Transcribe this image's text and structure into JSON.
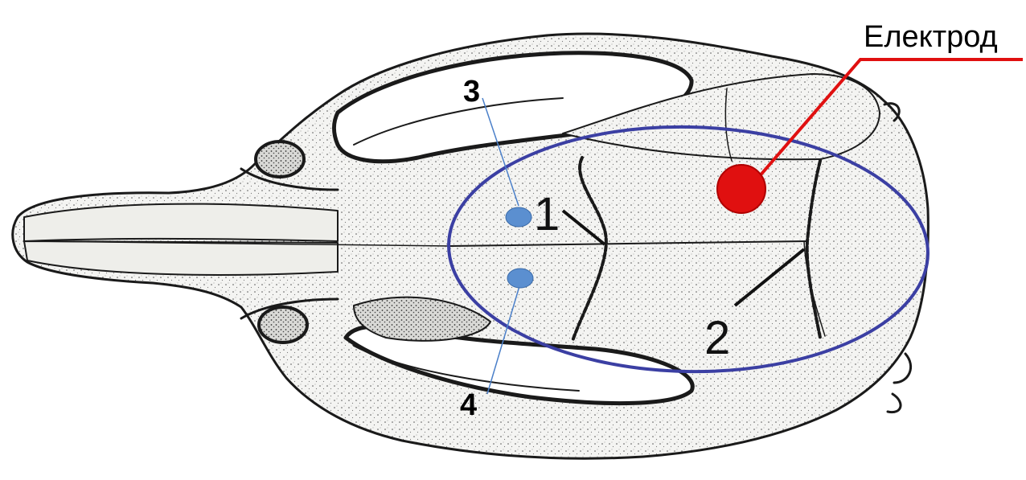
{
  "labels": {
    "electrode": "Електрод",
    "point_3": "3",
    "point_4": "4",
    "suture_1": "1",
    "suture_2": "2"
  },
  "colors": {
    "background": "#ffffff",
    "bone_ink": "#1a1a1a",
    "bone_fill": "#f4f4f2",
    "outline_ellipse": "#3b3fa3",
    "marker_points": "#5b8fd0",
    "electrode_marker": "#e01010",
    "leader_lines": "#4a7fc9"
  },
  "icons": {
    "skull": "rat-skull-dorsal-view",
    "electrode": "red-dot-marker",
    "points": "blue-ellipse-marker"
  }
}
